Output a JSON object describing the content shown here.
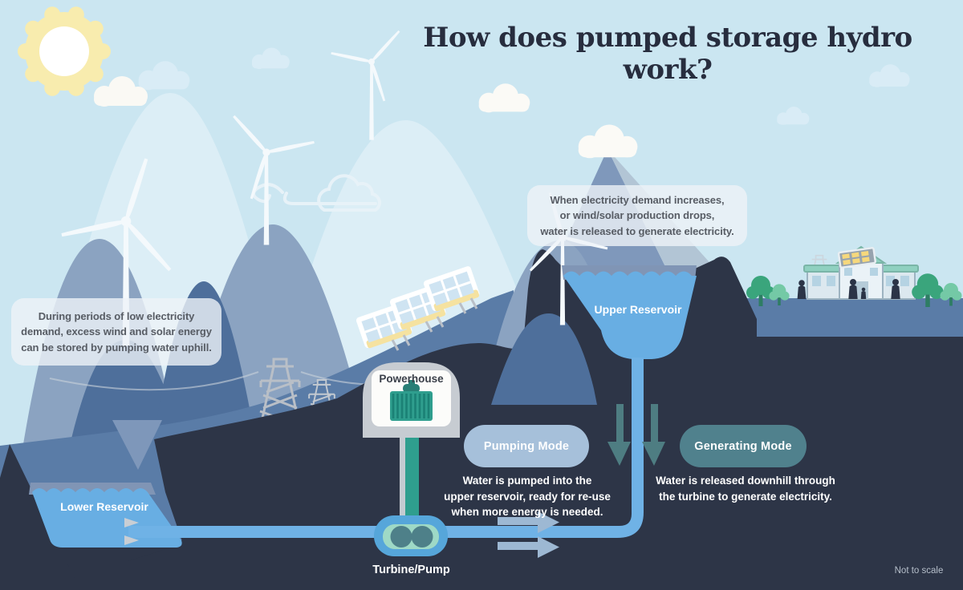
{
  "title": "How does pumped storage hydro work?",
  "callouts": {
    "low_demand": "During periods of low electricity\ndemand, excess wind and solar energy\ncan be stored by pumping water uphill.",
    "high_demand": "When electricity demand increases,\nor wind/solar production drops,\nwater is released to generate electricity."
  },
  "labels": {
    "upper_reservoir": "Upper Reservoir",
    "lower_reservoir": "Lower Reservoir",
    "powerhouse": "Powerhouse",
    "turbine_pump": "Turbine/Pump",
    "not_to_scale": "Not to scale"
  },
  "modes": {
    "pumping": {
      "label": "Pumping Mode",
      "description": "Water is pumped into the\nupper reservoir, ready for re-use\nwhen more energy is needed.",
      "badge_color": "#a6c0da"
    },
    "generating": {
      "label": "Generating Mode",
      "description": "Water is released downhill through\nthe turbine to generate electricity.",
      "badge_color": "#50818d"
    }
  },
  "colors": {
    "sky": "#cbe6f1",
    "dark_ground": "#2d3547",
    "hill_slate": "#5a7ca7",
    "water_blue": "#68aee3",
    "pipe_blue": "#6fb2e6",
    "teal_accent": "#2f9e8e",
    "down_arrow_teal": "#4e7d82",
    "right_arrow_blue": "#9db8d3"
  }
}
